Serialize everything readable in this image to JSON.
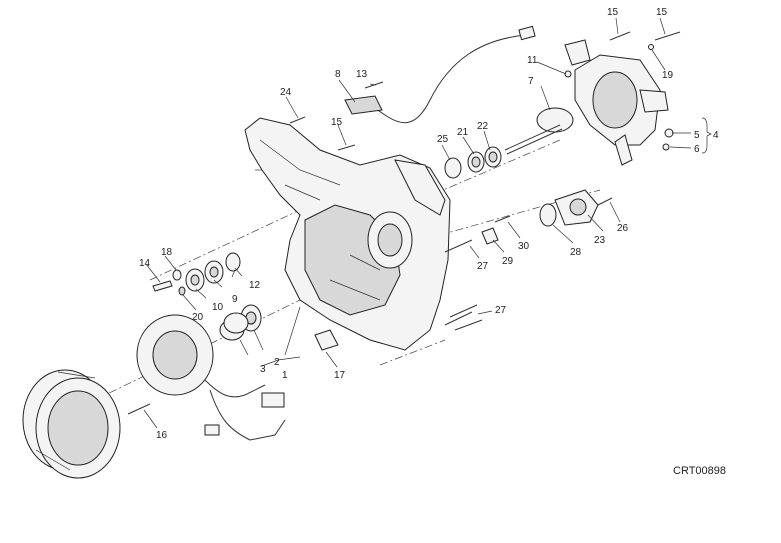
{
  "diagram_code": "CRT00898",
  "callouts": [
    "1",
    "2",
    "3",
    "4",
    "5",
    "6",
    "7",
    "8",
    "9",
    "10",
    "11",
    "12",
    "13",
    "14",
    "15",
    "15",
    "15",
    "16",
    "17",
    "18",
    "19",
    "20",
    "21",
    "22",
    "23",
    "24",
    "25",
    "26",
    "27",
    "27",
    "28",
    "29",
    "30"
  ]
}
